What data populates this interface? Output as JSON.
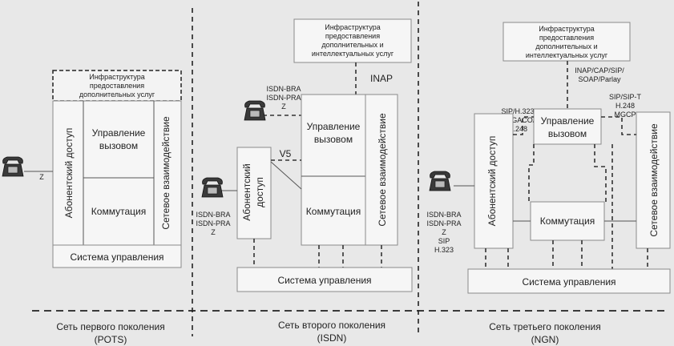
{
  "pots": {
    "infra": [
      "Инфраструктура",
      "предоставления",
      "дополнительных услуг"
    ],
    "access": "Абонентский доступ",
    "call_control": [
      "Управление",
      "вызовом"
    ],
    "switching": "Коммутация",
    "interworking": "Сетевое взаимодействие",
    "management": "Система управления",
    "z": "Z",
    "caption": [
      "Сеть первого поколения",
      "(POTS)"
    ]
  },
  "isdn": {
    "infra": [
      "Инфраструктура",
      "предоставления",
      "дополнительных и",
      "интеллектуальных услуг"
    ],
    "inap": "INAP",
    "phone1_labels": [
      "ISDN-BRA",
      "ISDN-PRA",
      "Z"
    ],
    "v5": "V5",
    "access": [
      "Абонентский",
      "доступ"
    ],
    "call_control": [
      "Управление",
      "вызовом"
    ],
    "switching": "Коммутация",
    "interworking": "Сетевое взаимодействие",
    "phone2_labels": [
      "ISDN-BRA",
      "ISDN-PRA",
      "Z"
    ],
    "management": "Система управления",
    "caption": [
      "Сеть второго поколения",
      "(ISDN)"
    ]
  },
  "ngn": {
    "infra": [
      "Инфраструктура",
      "предоставления",
      "дополнительных и",
      "интеллектуальных услуг"
    ],
    "proto_top": [
      "INAP/CAP/SIP/",
      "SOAP/Parlay"
    ],
    "proto_left": [
      "SIP/H.323",
      "MEGACO/",
      "H.248"
    ],
    "proto_right": [
      "SIP/SIP-T",
      "H.248",
      "MGCP"
    ],
    "access": "Абонентский доступ",
    "call_control": [
      "Управление",
      "вызовом"
    ],
    "switching": "Коммутация",
    "interworking": "Сетевое взаимодействие",
    "phone_labels": [
      "ISDN-BRA",
      "ISDN-PRA",
      "Z",
      "SIP",
      "H.323"
    ],
    "management": "Система управления",
    "caption": [
      "Сеть третьего поколения",
      "(NGN)"
    ]
  }
}
